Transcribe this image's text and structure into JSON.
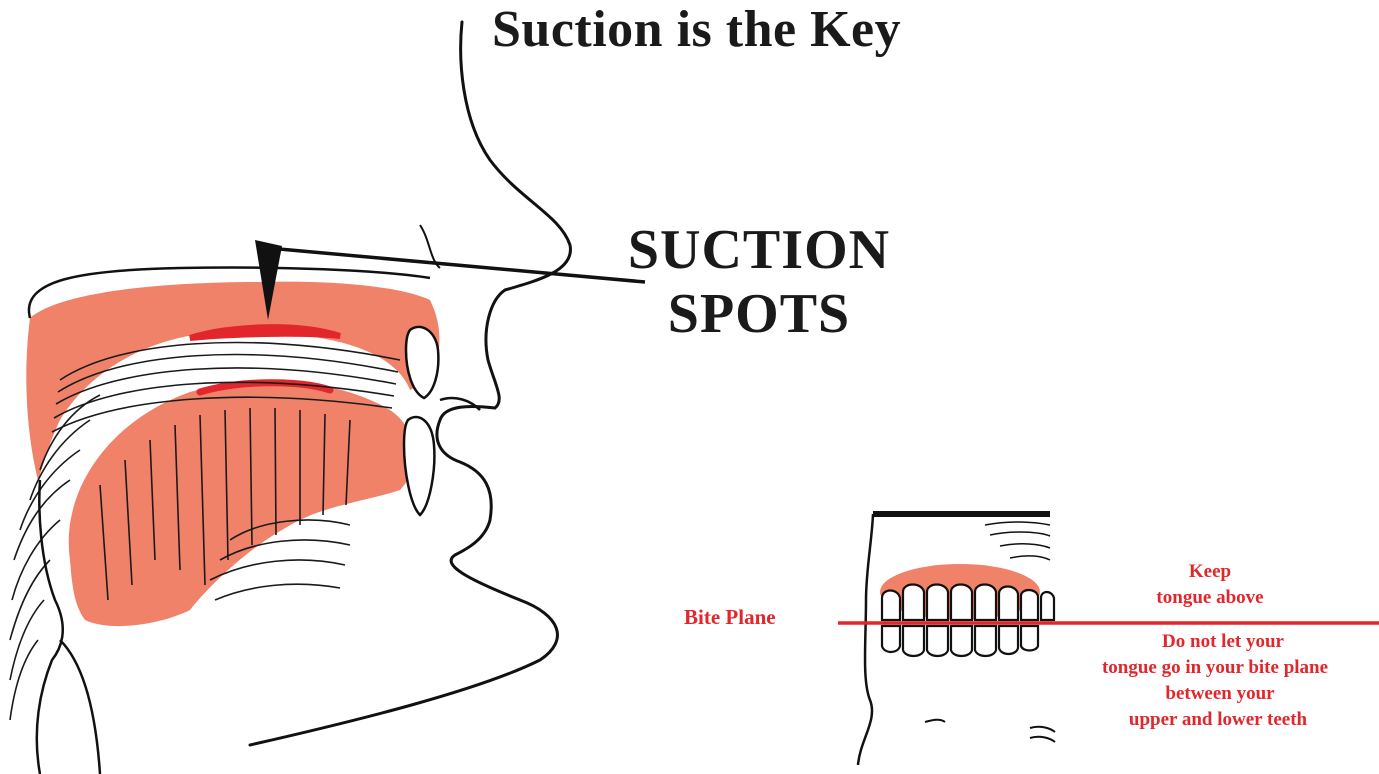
{
  "title": "Suction is the Key",
  "suction_label": {
    "line1": "SUCTION",
    "line2": "SPOTS"
  },
  "bite_plane_label": "Bite Plane",
  "keep_note": {
    "line1": "Keep",
    "line2": "tongue above"
  },
  "warning_note": {
    "line1": "Do not let your",
    "line2": "tongue go in your bite plane",
    "line3": "between your",
    "line4": "upper and lower teeth"
  },
  "colors": {
    "tongue_fill": "#f0826a",
    "suction_red": "#e3262b",
    "line_black": "#111111",
    "text_red": "#e3262b"
  },
  "icons": [
    "head-profile-illustration",
    "teeth-illustration",
    "pointer-arrow-icon"
  ]
}
